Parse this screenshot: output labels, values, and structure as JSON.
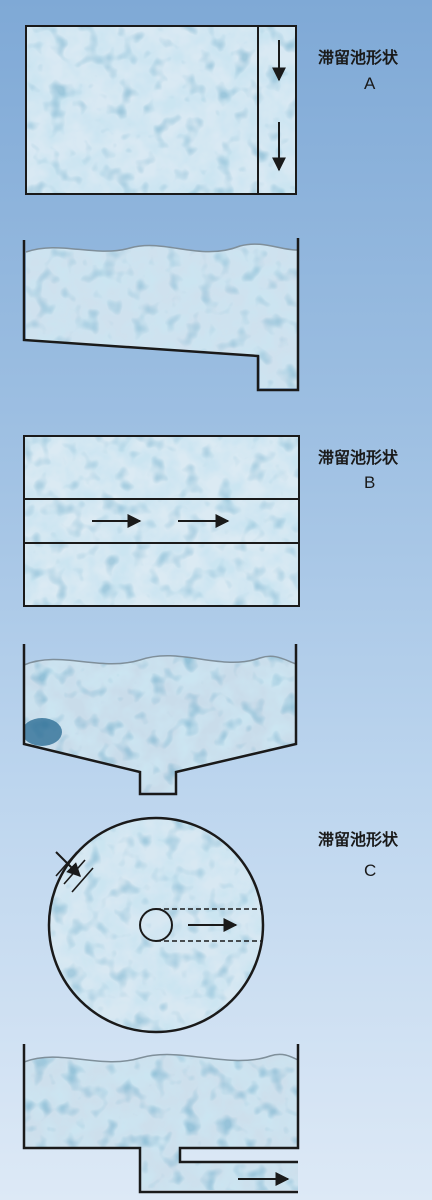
{
  "diagram": {
    "sections": [
      {
        "id": "A",
        "title": "滞留池形状",
        "letter": "A"
      },
      {
        "id": "B",
        "title": "滞留池形状",
        "letter": "B"
      },
      {
        "id": "C",
        "title": "滞留池形状",
        "letter": "C"
      }
    ]
  },
  "colors": {
    "water_light": "#d9e9f3",
    "water_mid": "#9cc3dc",
    "water_dark": "#2f6f96",
    "outline": "#1a1a1a",
    "background_top": "#7fa9d6",
    "background_bottom": "#dde9f6"
  }
}
